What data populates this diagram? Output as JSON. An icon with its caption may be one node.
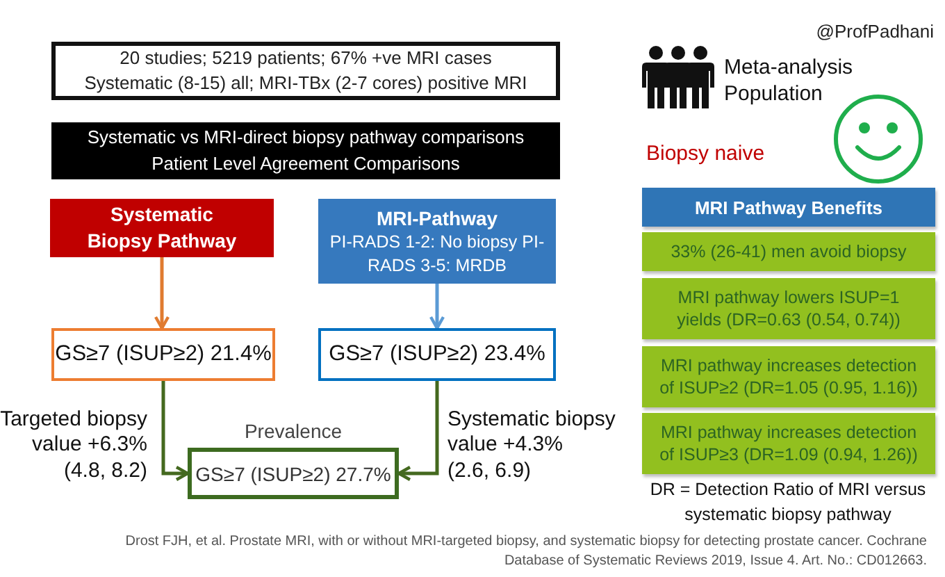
{
  "diagram": {
    "nodes": [
      {
        "text": [
          "20 studies; 5219 patients; 67% +ve MRI cases",
          "Systematic (8-15) all; MRI-TBx (2-7 cores) positive MRI"
        ]
      },
      {
        "text": [
          "Systematic vs MRI-direct biopsy pathway comparisons",
          "Patient Level Agreement Comparisons"
        ]
      },
      {
        "text": [
          "Systematic Biopsy Pathway"
        ]
      },
      {
        "text": [
          "MRI-Pathway",
          "PI-RADS 1-2: No biopsy PI-RADS 3-5: MRDB"
        ]
      },
      {
        "text": [
          "GS≥7 (ISUP≥2) 21.4%"
        ]
      },
      {
        "text": [
          "GS≥7 (ISUP≥2) 23.4%"
        ]
      },
      {
        "text": [
          "GS≥7 (ISUP≥2) 27.7%"
        ],
        "beside": [
          "Prevalence"
        ]
      },
      {
        "text": [
          "MRI Pathway Benefits"
        ]
      },
      {
        "text": [
          "33% (26-41) men avoid biopsy"
        ]
      },
      {
        "text": [
          "MRI pathway lowers ISUP=1 yields (DR=0.63 (0.54, 0.74))"
        ]
      },
      {
        "text": [
          "MRI pathway increases detection of ISUP≥2 (DR=1.05 (0.95, 1.16))"
        ]
      },
      {
        "text": [
          "MRI pathway increases detection of ISUP≥3 (DR=1.09 (0.94, 1.26))"
        ]
      }
    ],
    "edges": [
      {
        "from": 2,
        "to": 4,
        "arrow": "to",
        "color": "#e07b30"
      },
      {
        "from": 3,
        "to": 5,
        "arrow": "to",
        "color": "#5b9bd5"
      },
      {
        "from": 4,
        "to": 6,
        "arrow": "to",
        "label": "Targeted biopsy value +6.3% (4.8, 8.2)"
      },
      {
        "from": 5,
        "to": 6,
        "arrow": "to",
        "label": "Systematic biopsy value +4.3% (2.6, 6.9)"
      }
    ],
    "labels": [
      "@ProfPadhani",
      "Meta-analysis Population",
      "Biopsy naive",
      "DR = Detection Ratio of MRI versus systematic biopsy pathway",
      "Drost FJH, et al. Prostate MRI, with or without MRI-targeted biopsy, and systematic biopsy for detecting prostate cancer. Cochrane Database of Systematic Reviews 2019, Issue 4. Art. No.: CD012663."
    ]
  }
}
